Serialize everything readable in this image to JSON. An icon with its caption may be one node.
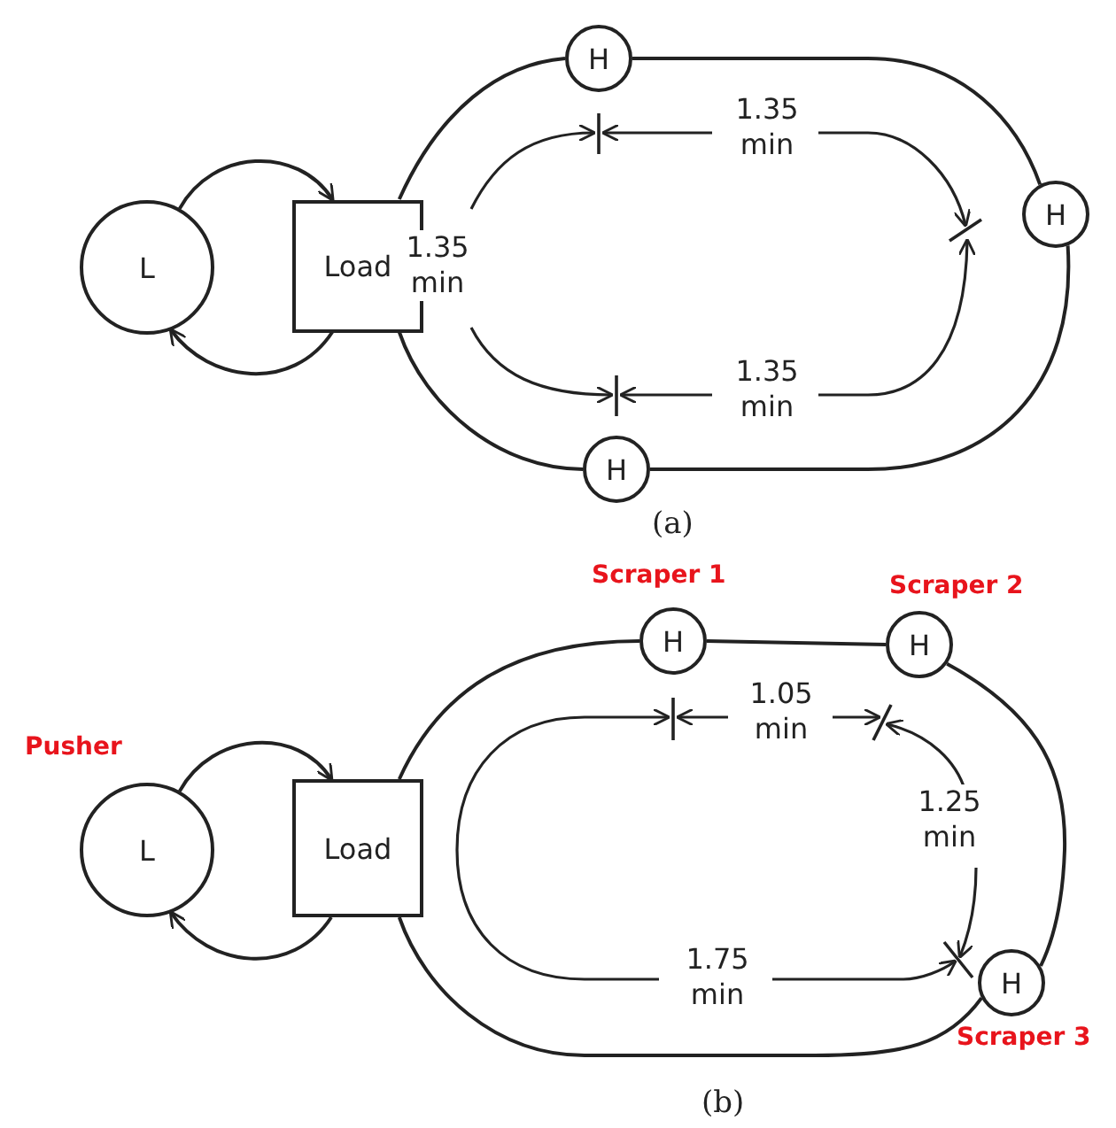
{
  "diagram": {
    "nodes": [
      {
        "text": [
          "L"
        ]
      },
      {
        "text": [
          "Load"
        ]
      },
      {
        "text": [
          "H"
        ]
      },
      {
        "text": [
          "H"
        ]
      },
      {
        "text": [
          "H"
        ]
      },
      {
        "text": [
          "L"
        ],
        "beside": [
          "Pusher"
        ]
      },
      {
        "text": [
          "Load"
        ]
      },
      {
        "text": [
          "H"
        ],
        "beside": [
          "Scraper 1"
        ]
      },
      {
        "text": [
          "H"
        ],
        "beside": [
          "Scraper 2"
        ]
      },
      {
        "text": [
          "H"
        ],
        "beside": [
          "Scraper 3"
        ]
      }
    ],
    "edges": [
      {
        "from": 0,
        "to": 1,
        "arrow": "to"
      },
      {
        "from": 1,
        "to": 0,
        "arrow": "to"
      },
      {
        "from": 1,
        "to": 2,
        "arrow": "none"
      },
      {
        "from": 2,
        "to": 3,
        "arrow": "none"
      },
      {
        "from": 3,
        "to": 4,
        "arrow": "none"
      },
      {
        "from": 4,
        "to": 1,
        "arrow": "none"
      },
      {
        "from": 5,
        "to": 6,
        "arrow": "to"
      },
      {
        "from": 6,
        "to": 5,
        "arrow": "to"
      },
      {
        "from": 6,
        "to": 7,
        "arrow": "none"
      },
      {
        "from": 7,
        "to": 8,
        "arrow": "none"
      },
      {
        "from": 8,
        "to": 9,
        "arrow": "none"
      },
      {
        "from": 9,
        "to": 6,
        "arrow": "none"
      }
    ],
    "labels": [
      "1.35 min",
      "1.35 min",
      "1.35 min",
      "(a)",
      "1.05 min",
      "1.25 min",
      "1.75 min",
      "(b)"
    ]
  }
}
